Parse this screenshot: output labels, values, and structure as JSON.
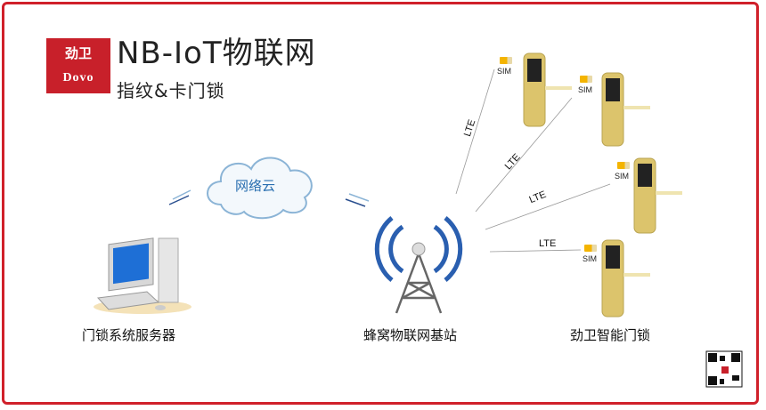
{
  "brand": {
    "logo_cn": "劲卫",
    "logo_en": "Dovo"
  },
  "header": {
    "title": "NB-IoT物联网",
    "subtitle": "指纹&卡门锁"
  },
  "nodes": {
    "cloud": "网络云",
    "server": "门锁系统服务器",
    "tower": "蜂窝物联网基站",
    "locks": "劲卫智能门锁"
  },
  "links": {
    "lte": [
      "LTE",
      "LTE",
      "LTE",
      "LTE"
    ],
    "sim": [
      "SIM",
      "SIM",
      "SIM",
      "SIM"
    ]
  },
  "colors": {
    "frame": "#d0202a",
    "lock": "#d9c26a",
    "cloud_text": "#2a6fb0"
  }
}
